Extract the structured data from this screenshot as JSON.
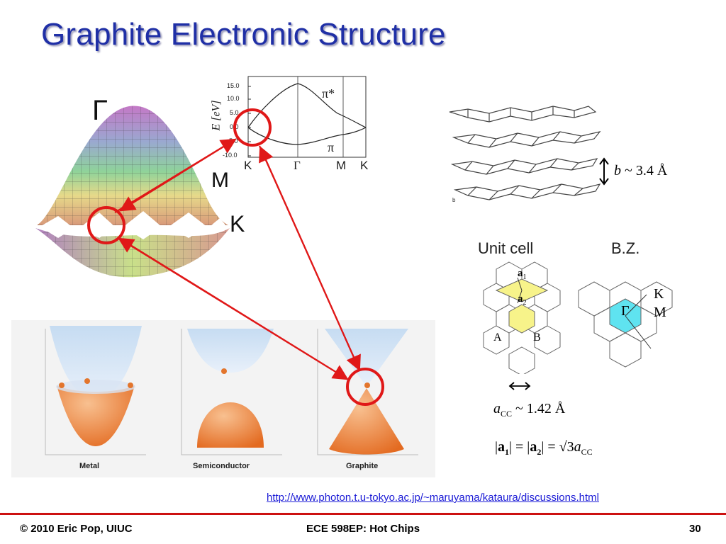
{
  "slide": {
    "title": "Graphite Electronic Structure",
    "link": "http://www.photon.t.u-tokyo.ac.jp/~maruyama/kataura/discussions.html",
    "footer": {
      "left": "© 2010 Eric Pop, UIUC",
      "center": "ECE 598EP: Hot Chips",
      "page": "30"
    }
  },
  "surface_plot": {
    "label_gamma": "Γ",
    "label_m": "M",
    "label_k": "K"
  },
  "band_plot": {
    "ylabel": "E [eV]",
    "y_ticks": [
      "15.0",
      "10.0",
      "5.0",
      "0.0",
      "-5.0",
      "-10.0"
    ],
    "x_ticks": [
      "K",
      "Γ",
      "M",
      "K"
    ],
    "pi_star_label": "π*",
    "pi_label": "π"
  },
  "layers": {
    "spacing_label": "~ 3.4 Å",
    "spacing_symbol": "b",
    "small_label": "b"
  },
  "lattice": {
    "unit_cell_title": "Unit cell",
    "bz_title": "B.Z.",
    "a1": "a",
    "a1_sub": "1",
    "a2": "a",
    "a2_sub": "2",
    "site_a": "A",
    "site_b": "B",
    "bz_gamma": "Γ",
    "bz_k": "K",
    "bz_m": "M"
  },
  "bond": {
    "symbol": "a",
    "sub": "CC",
    "value": "~ 1.42 Å"
  },
  "lattice_constant": {
    "lhs_a1": "a",
    "lhs_a1_sub": "1",
    "lhs_a2": "a",
    "lhs_a2_sub": "2",
    "rhs": "= √3",
    "rhs_a": "a",
    "rhs_sub": "CC"
  },
  "cones": {
    "labels": [
      "Metal",
      "Semiconductor",
      "Graphite"
    ]
  },
  "colors": {
    "title": "#1f2fa6",
    "accent_red": "#e01818",
    "cone_orange": "#e8742c",
    "cone_blue": "#bcd4ee",
    "cell_yellow": "#f7f38a",
    "bz_cyan": "#5fe3f0"
  }
}
